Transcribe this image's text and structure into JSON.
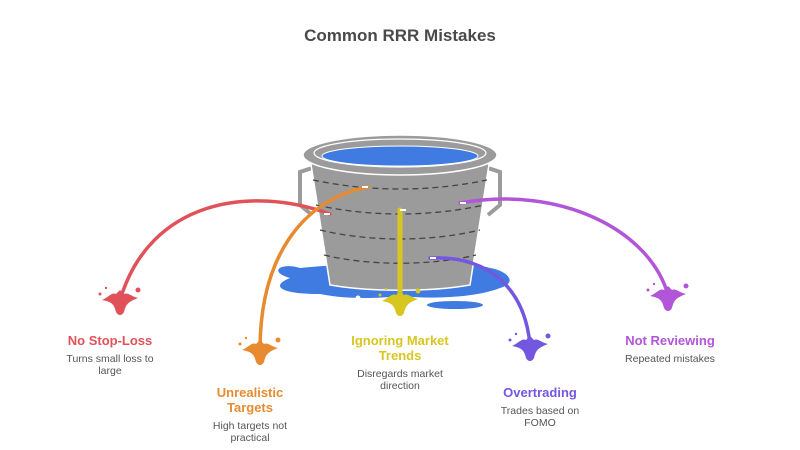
{
  "title": "Common RRR Mistakes",
  "bucket": {
    "icon": "leaking-bucket-icon",
    "body_color": "#9b9b9b",
    "water_color": "#3f7be0"
  },
  "mistakes": [
    {
      "title": "No Stop-Loss",
      "description": "Turns small loss to large",
      "color": "#e0525a"
    },
    {
      "title": "Unrealistic Targets",
      "description": "High targets not practical",
      "color": "#e88b30"
    },
    {
      "title": "Ignoring Market Trends",
      "description": "Disregards market direction",
      "color": "#d8c620"
    },
    {
      "title": "Overtrading",
      "description": "Trades based on FOMO",
      "color": "#7457e0"
    },
    {
      "title": "Not Reviewing",
      "description": "Repeated mistakes",
      "color": "#b255d9"
    }
  ]
}
